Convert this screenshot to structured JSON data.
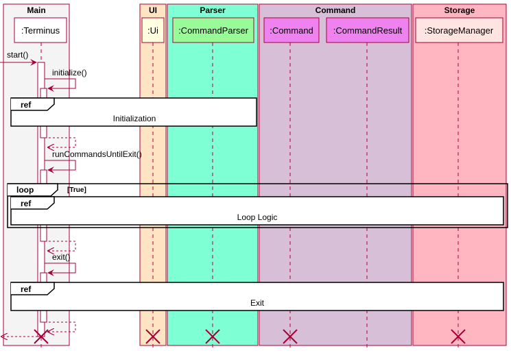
{
  "colors": {
    "line": "#a80036",
    "frame": "#000000",
    "text": "#000000"
  },
  "lanes": [
    {
      "key": "main",
      "title": "Main",
      "fill": "#f4f4f4"
    },
    {
      "key": "ui",
      "title": "UI",
      "fill": "#ffe4c4"
    },
    {
      "key": "parser",
      "title": "Parser",
      "fill": "#7fffd4"
    },
    {
      "key": "command",
      "title": "Command",
      "fill": "#d8bfd8"
    },
    {
      "key": "storage",
      "title": "Storage",
      "fill": "#ffb6c1"
    }
  ],
  "participants": [
    {
      "key": "terminus",
      "label": ":Terminus",
      "fill": "#ffffff"
    },
    {
      "key": "ui",
      "label": ":Ui",
      "fill": "#ffffe0"
    },
    {
      "key": "parser",
      "label": ":CommandParser",
      "fill": "#98fb98"
    },
    {
      "key": "command",
      "label": ":Command",
      "fill": "#ee82ee"
    },
    {
      "key": "result",
      "label": ":CommandResult",
      "fill": "#ee82ee"
    },
    {
      "key": "storage",
      "label": ":StorageManager",
      "fill": "#ffe4e1"
    }
  ],
  "messages": {
    "start": "start()",
    "initialize": "initialize()",
    "run": "runCommandsUntilExit()",
    "exit": "exit()"
  },
  "frames": {
    "ref_tag": "ref",
    "loop_tag": "loop",
    "loop_guard": "[True]",
    "initialization": "Initialization",
    "loop_logic": "Loop Logic",
    "exit": "Exit"
  }
}
